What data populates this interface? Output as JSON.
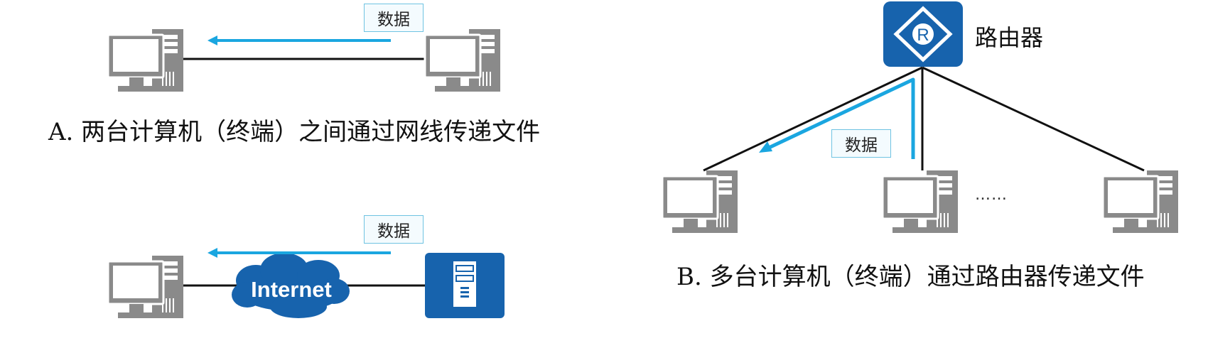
{
  "diagram_a": {
    "caption": "A. 两台计算机（终端）之间通过网线传递文件",
    "data_label": "数据"
  },
  "diagram_b": {
    "caption": "B. 多台计算机（终端）通过路由器传递文件",
    "router_label": "路由器",
    "router_icon_letter": "R",
    "data_label": "数据",
    "ellipsis": "……"
  },
  "diagram_c": {
    "cloud_label": "Internet",
    "data_label": "数据"
  },
  "colors": {
    "computer_gray": "#8a8a8a",
    "arrow_blue": "#1aa6e0",
    "device_blue": "#1763ad",
    "line_black": "#111111"
  },
  "icons": [
    "computer-icon",
    "router-icon",
    "cloud-icon",
    "server-icon"
  ]
}
